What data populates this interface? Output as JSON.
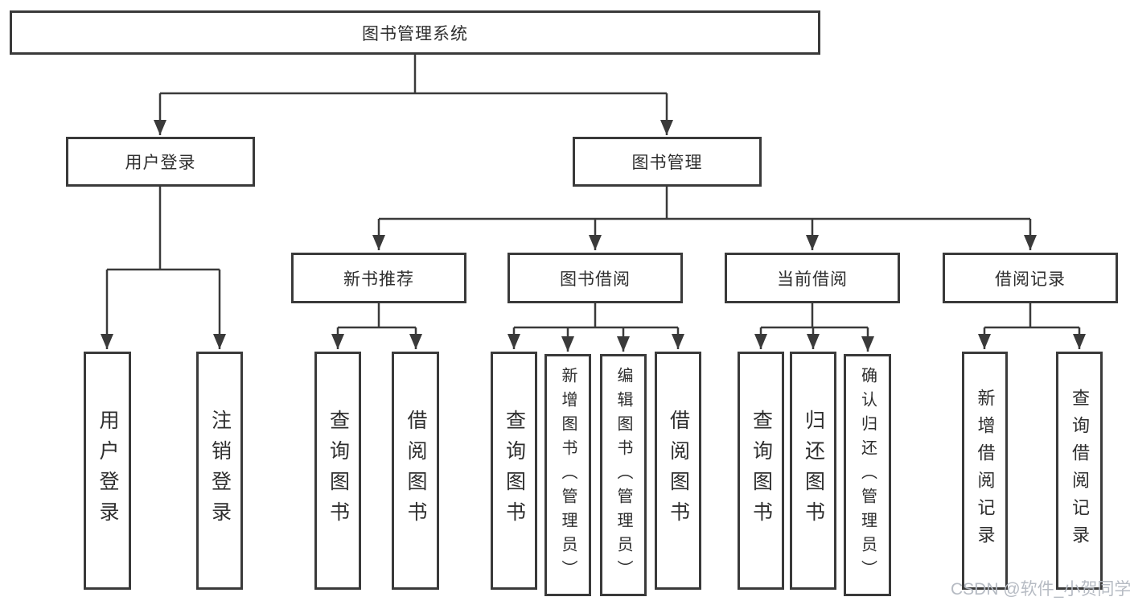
{
  "watermark": "CSDN @软件_小贺同学",
  "colors": {
    "line": "#3a3a3a",
    "box_border": "#3a3a3a",
    "box_background": "#ffffff",
    "text": "#2e2e2e",
    "watermark": "#b3b8c0"
  },
  "nodes": {
    "root": {
      "label": "图书管理系统"
    },
    "user_login": {
      "label": "用户登录"
    },
    "book_mgmt": {
      "label": "图书管理"
    },
    "new_book_rec": {
      "label": "新书推荐"
    },
    "book_borrow": {
      "label": "图书借阅"
    },
    "current_borrow": {
      "label": "当前借阅"
    },
    "borrow_records": {
      "label": "借阅记录"
    },
    "leaf_user_login": {
      "label": "用户登录"
    },
    "leaf_logout": {
      "label": "注销登录"
    },
    "leaf_rec_query": {
      "label": "查询图书"
    },
    "leaf_rec_borrow": {
      "label": "借阅图书"
    },
    "leaf_bb_query": {
      "label": "查询图书"
    },
    "leaf_bb_add": {
      "label": "新增图书（管理员）"
    },
    "leaf_bb_edit": {
      "label": "编辑图书（管理员）"
    },
    "leaf_bb_borrow": {
      "label": "借阅图书"
    },
    "leaf_cb_query": {
      "label": "查询图书"
    },
    "leaf_cb_return": {
      "label": "归还图书"
    },
    "leaf_cb_confirm": {
      "label": "确认归还（管理员）"
    },
    "leaf_br_add": {
      "label": "新增借阅记录"
    },
    "leaf_br_query": {
      "label": "查询借阅记录"
    }
  }
}
